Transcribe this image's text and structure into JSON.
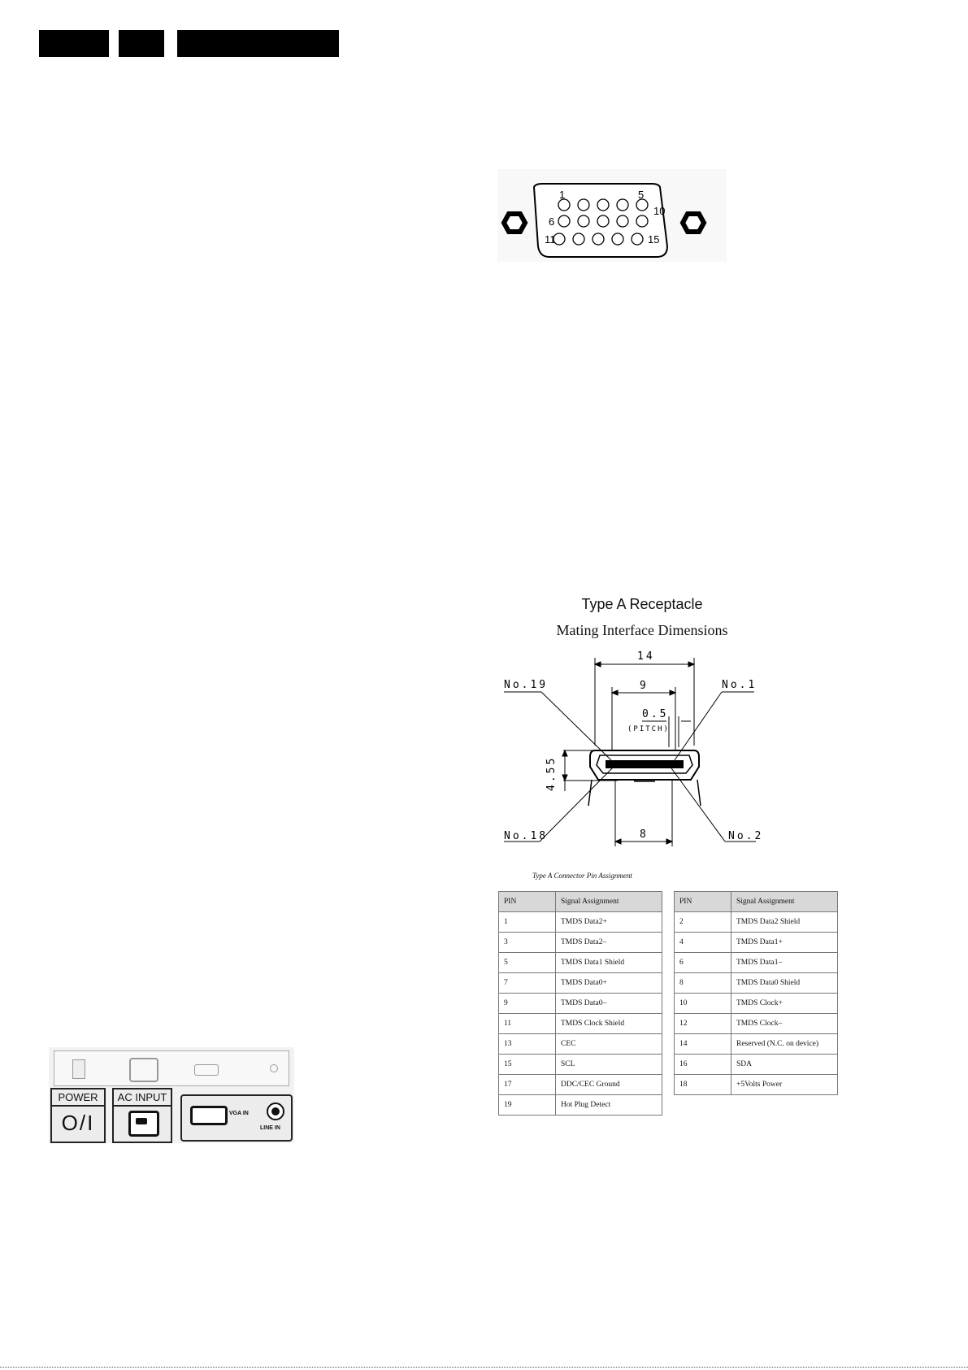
{
  "vga_connector": {
    "pin_labels": [
      "1",
      "5",
      "6",
      "10",
      "11",
      "15"
    ]
  },
  "hdmi_figure": {
    "title": "Type A Receptacle",
    "subtitle": "Mating Interface Dimensions",
    "dimensions": {
      "width_14": "14",
      "width_9": "9",
      "pitch_value": "0.5",
      "pitch_label": "(PITCH)",
      "height_value": "4.55",
      "width_8": "8"
    },
    "pin_callouts": {
      "no19": "No.19",
      "no1": "No.1",
      "no18": "No.18",
      "no2": "No.2"
    }
  },
  "pin_table": {
    "caption": "Type A Connector Pin Assignment",
    "header_pin": "PIN",
    "header_signal": "Signal Assignment",
    "left": [
      {
        "pin": "1",
        "signal": "TMDS Data2+"
      },
      {
        "pin": "3",
        "signal": "TMDS Data2–"
      },
      {
        "pin": "5",
        "signal": "TMDS Data1 Shield"
      },
      {
        "pin": "7",
        "signal": "TMDS Data0+"
      },
      {
        "pin": "9",
        "signal": "TMDS Data0–"
      },
      {
        "pin": "11",
        "signal": "TMDS Clock Shield"
      },
      {
        "pin": "13",
        "signal": "CEC"
      },
      {
        "pin": "15",
        "signal": "SCL"
      },
      {
        "pin": "17",
        "signal": "DDC/CEC Ground"
      },
      {
        "pin": "19",
        "signal": "Hot Plug Detect"
      }
    ],
    "right": [
      {
        "pin": "2",
        "signal": "TMDS Data2 Shield"
      },
      {
        "pin": "4",
        "signal": "TMDS Data1+"
      },
      {
        "pin": "6",
        "signal": "TMDS Data1–"
      },
      {
        "pin": "8",
        "signal": "TMDS Data0 Shield"
      },
      {
        "pin": "10",
        "signal": "TMDS Clock+"
      },
      {
        "pin": "12",
        "signal": "TMDS Clock–"
      },
      {
        "pin": "14",
        "signal": "Reserved (N.C. on device)"
      },
      {
        "pin": "16",
        "signal": "SDA"
      },
      {
        "pin": "18",
        "signal": "+5Volts Power"
      }
    ]
  },
  "rear_panel": {
    "power_label": "POWER",
    "power_symbol": "O/I",
    "ac_input_label": "AC INPUT",
    "vga_in_label": "VGA IN",
    "line_in_label": "LINE IN"
  }
}
